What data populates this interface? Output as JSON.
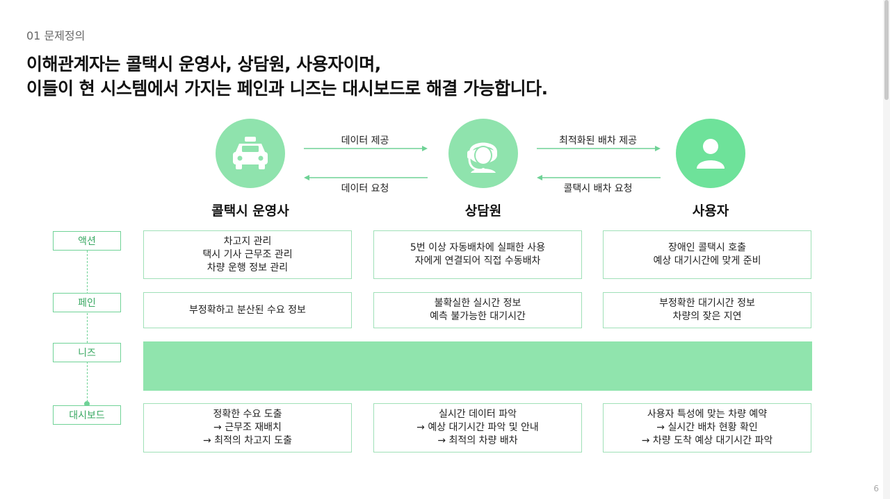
{
  "slide": {
    "section": "01 문제정의",
    "headline_line1": "이해관계자는 콜택시 운영사, 상담원, 사용자이며,",
    "headline_line2": "이들이 현 시스템에서 가지는 페인과 니즈는 대시보드로 해결 가능합니다.",
    "page_number": "6"
  },
  "colors": {
    "accent": "#6ee29a",
    "circle_light": "#8fe3ad",
    "band": "#90e4ad",
    "label_text": "#39a862"
  },
  "flows": {
    "operator_to_agent": "데이터 제공",
    "agent_to_operator": "데이터 요청",
    "agent_to_user": "최적화된 배차 제공",
    "user_to_agent": "콜택시 배차 요청"
  },
  "stakeholders": [
    {
      "name": "콜택시 운영사",
      "icon": "taxi-icon"
    },
    {
      "name": "상담원",
      "icon": "headset-agent-icon"
    },
    {
      "name": "사용자",
      "icon": "user-icon"
    }
  ],
  "row_labels": {
    "action": "액션",
    "pain": "페인",
    "needs": "니즈",
    "dashboard": "대시보드"
  },
  "rows": {
    "action": [
      [
        "차고지 관리",
        "택시 기사 근무조 관리",
        "차량 운행 정보 관리"
      ],
      [
        "5번 이상 자동배차에 실패한 사용",
        "자에게 연결되어 직접 수동배차"
      ],
      [
        "장애인 콜택시 호출",
        "예상 대기시간에 맞게 준비"
      ]
    ],
    "pain": [
      [
        "부정확하고 분산된 수요 정보"
      ],
      [
        "불확실한 실시간 정보",
        "예측 불가능한 대기시간"
      ],
      [
        "부정확한 대기시간 정보",
        "차량의 잦은 지연"
      ]
    ],
    "dashboard": [
      [
        "정확한 수요 도출",
        "→ 근무조 재배치",
        "→ 최적의 차고지 도출"
      ],
      [
        "실시간 데이터 파악",
        "→ 예상 대기시간 파악 및 안내",
        "→ 최적의 차량 배차"
      ],
      [
        "사용자 특성에 맞는 차량 예약",
        "→ 실시간 배차 현황 확인",
        "→ 차량 도착 예상 대기시간 파악"
      ]
    ]
  }
}
